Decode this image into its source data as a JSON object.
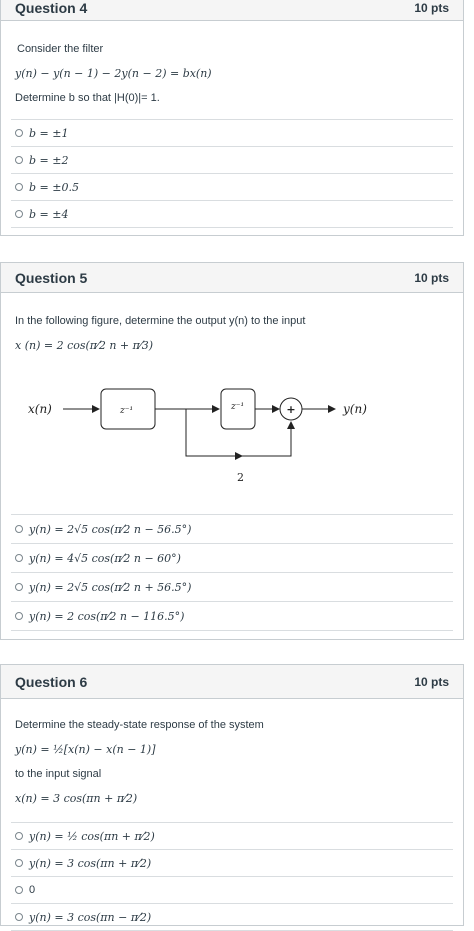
{
  "q4": {
    "title": "Question 4",
    "points": "10 pts",
    "intro": "Consider the filter",
    "equation": "y(n) − y(n − 1) − 2y(n − 2) = bx(n)",
    "instruction": "Determine b so that |H(0)|= 1.",
    "answers": [
      "b = ±1",
      "b = ±2",
      "b = ±0.5",
      "b = ±4"
    ]
  },
  "q5": {
    "title": "Question 5",
    "points": "10 pts",
    "instruction": "In the following figure, determine the output y(n) to the input",
    "input": "x (n) = 2 cos(π⁄2 n + π⁄3)",
    "diagram": {
      "input_label": "x(n)",
      "delay1": "z⁻¹",
      "delay2": "z⁻¹",
      "adder": "+",
      "output_label": "y(n)",
      "gain": "2"
    },
    "answers": [
      "y(n) = 2√5 cos(π⁄2 n − 56.5°)",
      "y(n) = 4√5 cos(π⁄2 n − 60°)",
      "y(n) = 2√5 cos(π⁄2 n + 56.5°)",
      "y(n) = 2 cos(π⁄2 n − 116.5°)"
    ]
  },
  "q6": {
    "title": "Question 6",
    "points": "10 pts",
    "instruction": "Determine the steady-state response of the system",
    "system": "y(n) = ½[x(n) − x(n − 1)]",
    "input_intro": "to the input signal",
    "input": "x(n) = 3 cos(πn + π⁄2)",
    "answers": [
      "y(n) = ½ cos(πn + π⁄2)",
      "y(n) = 3 cos(πn + π⁄2)",
      "0",
      "y(n) = 3 cos(πn − π⁄2)"
    ]
  }
}
